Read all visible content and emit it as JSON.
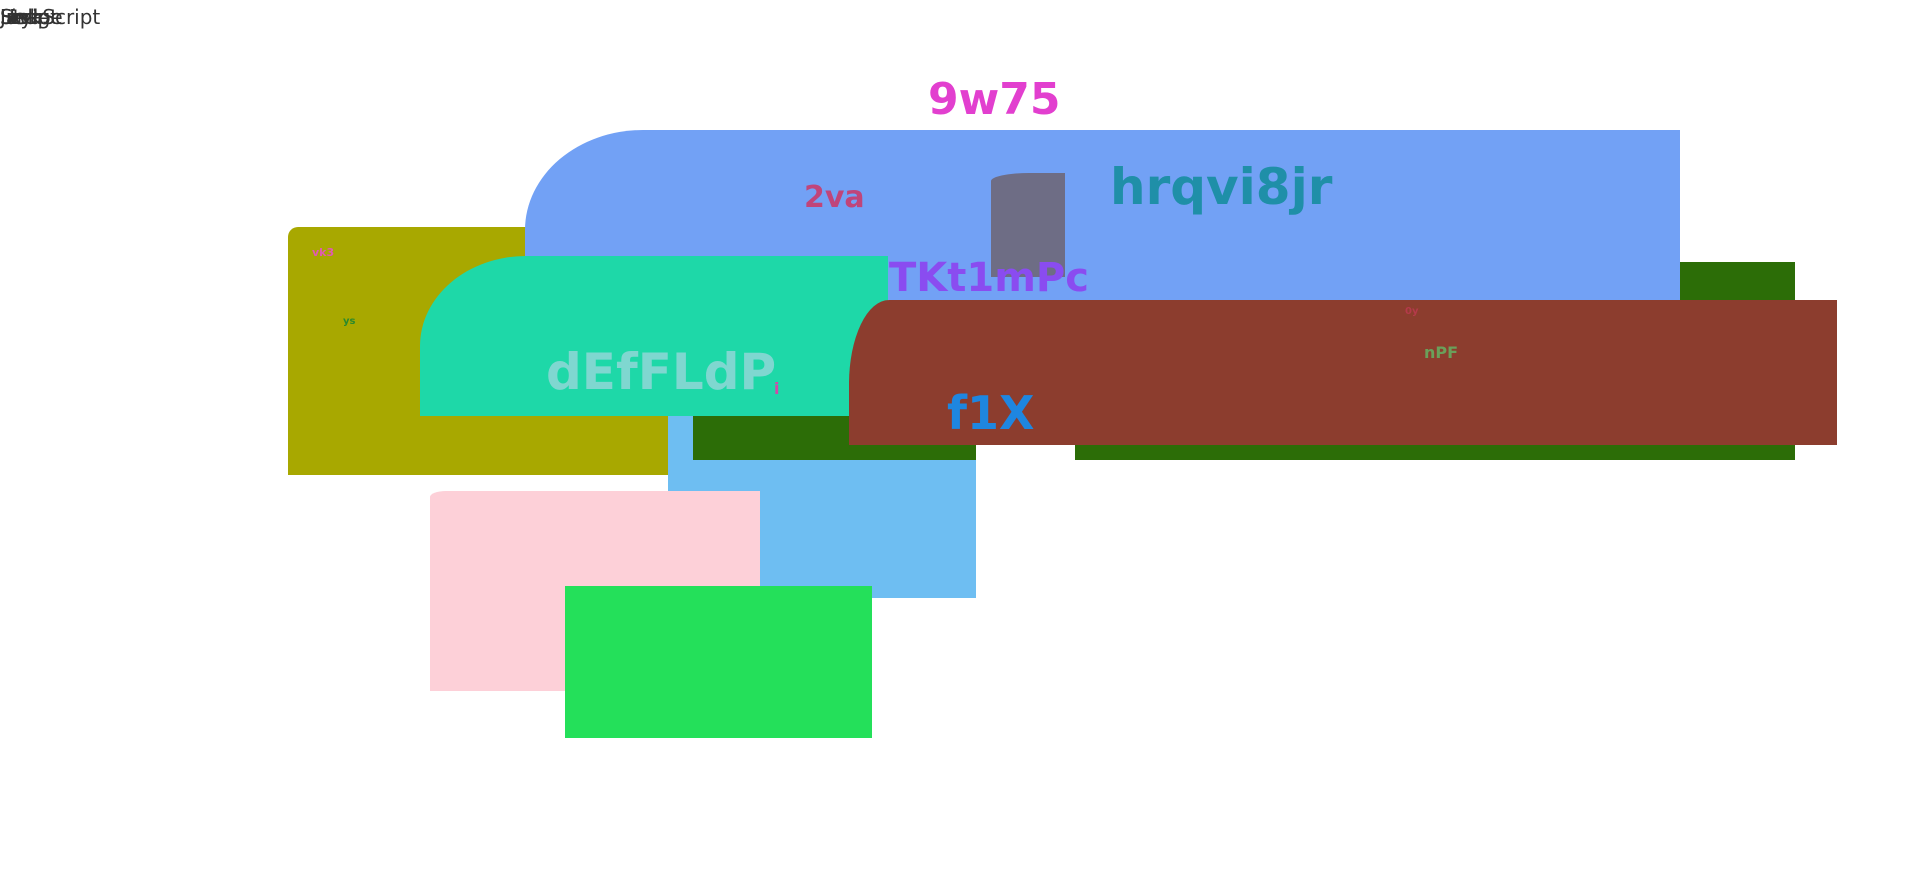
{
  "stray_text": [
    "Hello",
    "Image",
    "Link",
    "Script",
    "Style",
    "JavaScript"
  ],
  "labels": {
    "title": "9w75",
    "blue_heading": "hrqvi8jr",
    "blue_small": "2va",
    "purple_text": "TKt1mPc",
    "teal_text": "dEfFLdP",
    "teal_small": "i",
    "brown_big": "f1X",
    "brown_small": "nPF",
    "brown_tiny": "0y",
    "olive_tiny_a": "vk3",
    "olive_tiny_b": "ys"
  },
  "colors": {
    "olive": "#a8a800",
    "light_blue": "#6ebef2",
    "pink": "#fdd0d8",
    "green": "#24e05a",
    "dark_green": "#2c6d07",
    "blue": "#72a1f5",
    "gray": "#6e6d85",
    "teal": "#1ed8a8",
    "brown": "#8c3d2e",
    "magenta": "#e23fcf"
  }
}
